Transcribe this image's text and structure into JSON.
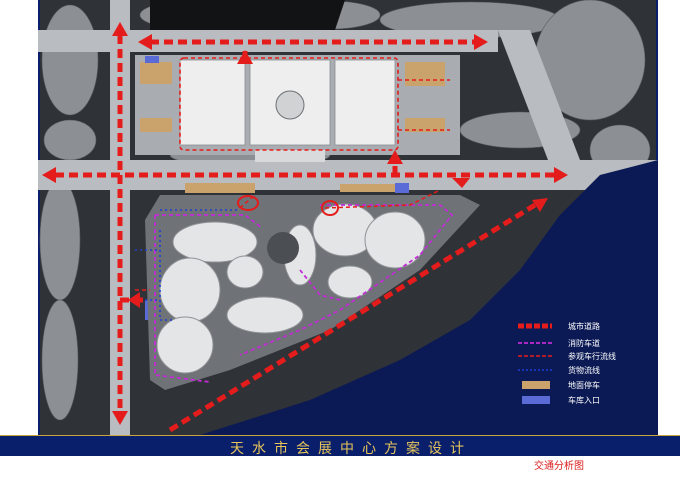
{
  "project_title": "天水市会展中心方案设计",
  "drawing_title": "交通分析图",
  "colors": {
    "frame_blue": "#0a1f6b",
    "title_gold": "#e6c45a",
    "drawing_title_red": "#d91c1c",
    "city_road": "#e51c1c",
    "fire_lane": "#c22bd6",
    "visitor_route": "#e51c1c",
    "goods_route": "#1f3fd6",
    "ground_parking": "#c9a36b",
    "garage_entrance": "#5a6ad6",
    "water": "#0b1a55",
    "ground": "#2f3236"
  },
  "legend": [
    {
      "label": "城市道路",
      "swatch": "city-road-swatch",
      "color": "#e51c1c"
    },
    {
      "label": "消防车道",
      "swatch": "fire-lane-swatch",
      "color": "#c22bd6"
    },
    {
      "label": "参观车行流线",
      "swatch": "visitor-route-swatch",
      "color": "#e51c1c"
    },
    {
      "label": "货物流线",
      "swatch": "goods-route-swatch",
      "color": "#1f3fd6"
    },
    {
      "label": "地面停车",
      "swatch": "ground-parking-swatch",
      "color": "#c9a36b"
    },
    {
      "label": "车库入口",
      "swatch": "garage-entrance-swatch",
      "color": "#5a6ad6"
    }
  ]
}
